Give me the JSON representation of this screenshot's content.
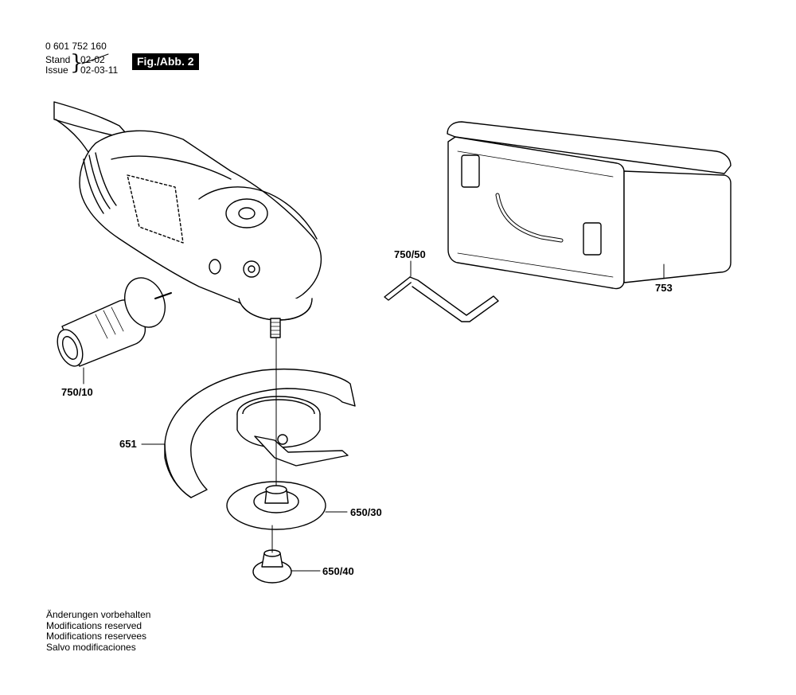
{
  "header": {
    "part_number": "0 601 752 160",
    "stand_label": "Stand",
    "stand_date": "02-02",
    "issue_label": "Issue",
    "issue_date": "02-03-11",
    "figure_label": "Fig./Abb. 2"
  },
  "parts": {
    "handle": "750/10",
    "wrench": "750/50",
    "case": "753",
    "guard": "651",
    "flange": "650/30",
    "nut": "650/40"
  },
  "footer": [
    "Änderungen vorbehalten",
    "Modifications reserved",
    "Modifications reservees",
    "Salvo modificaciones"
  ]
}
